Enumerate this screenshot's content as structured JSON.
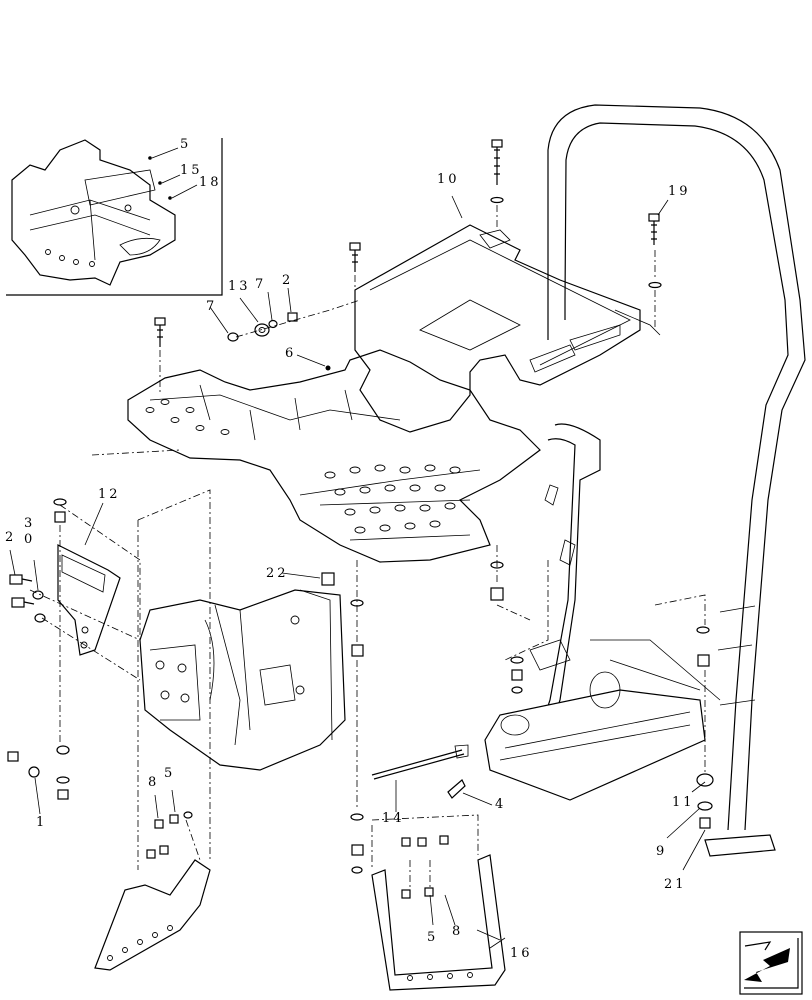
{
  "callouts": {
    "c1": "1",
    "c2": "2",
    "c2b": "2",
    "c3": "3",
    "c4": "4",
    "c5a": "5",
    "c5b": "5",
    "c5c": "5",
    "c6": "6",
    "c7a": "7",
    "c7b": "7",
    "c8a": "8",
    "c8b": "8",
    "c9": "9",
    "c10": "10",
    "c11": "11",
    "c12": "12",
    "c13": "13",
    "c14": "14",
    "c15": "15",
    "c16": "16",
    "c18": "18",
    "c19": "19",
    "c20": "20",
    "c21": "21",
    "c22": "22"
  },
  "icons": {
    "corner": "navigation-arrow-icon"
  }
}
